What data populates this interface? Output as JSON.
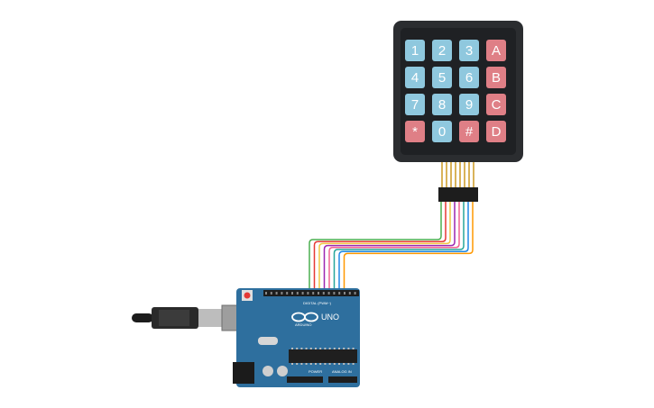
{
  "keypad": {
    "keys": [
      {
        "label": "1",
        "kind": "num"
      },
      {
        "label": "2",
        "kind": "num"
      },
      {
        "label": "3",
        "kind": "num"
      },
      {
        "label": "A",
        "kind": "letter"
      },
      {
        "label": "4",
        "kind": "num"
      },
      {
        "label": "5",
        "kind": "num"
      },
      {
        "label": "6",
        "kind": "num"
      },
      {
        "label": "B",
        "kind": "letter"
      },
      {
        "label": "7",
        "kind": "num"
      },
      {
        "label": "8",
        "kind": "num"
      },
      {
        "label": "9",
        "kind": "num"
      },
      {
        "label": "C",
        "kind": "letter"
      },
      {
        "label": "*",
        "kind": "letter"
      },
      {
        "label": "0",
        "kind": "num"
      },
      {
        "label": "#",
        "kind": "letter"
      },
      {
        "label": "D",
        "kind": "letter"
      }
    ],
    "colors": {
      "body": "#2b2d30",
      "num": "#8fc8de",
      "letter": "#df7f86",
      "pin": "#d9b35a"
    }
  },
  "board": {
    "model_label": "UNO",
    "brand_label": "ARDUINO",
    "digital_header_label": "DIGITAL (PWM~)",
    "power_label": "POWER",
    "analog_label": "ANALOG IN",
    "colors": {
      "pcb": "#2e6f9e",
      "header": "#1d1d1d"
    }
  },
  "wires": [
    {
      "color": "#4caf50"
    },
    {
      "color": "#e53935"
    },
    {
      "color": "#f2c744"
    },
    {
      "color": "#9c27b0"
    },
    {
      "color": "#f06292"
    },
    {
      "color": "#26a69a"
    },
    {
      "color": "#1e88e5"
    },
    {
      "color": "#ff9800"
    }
  ]
}
